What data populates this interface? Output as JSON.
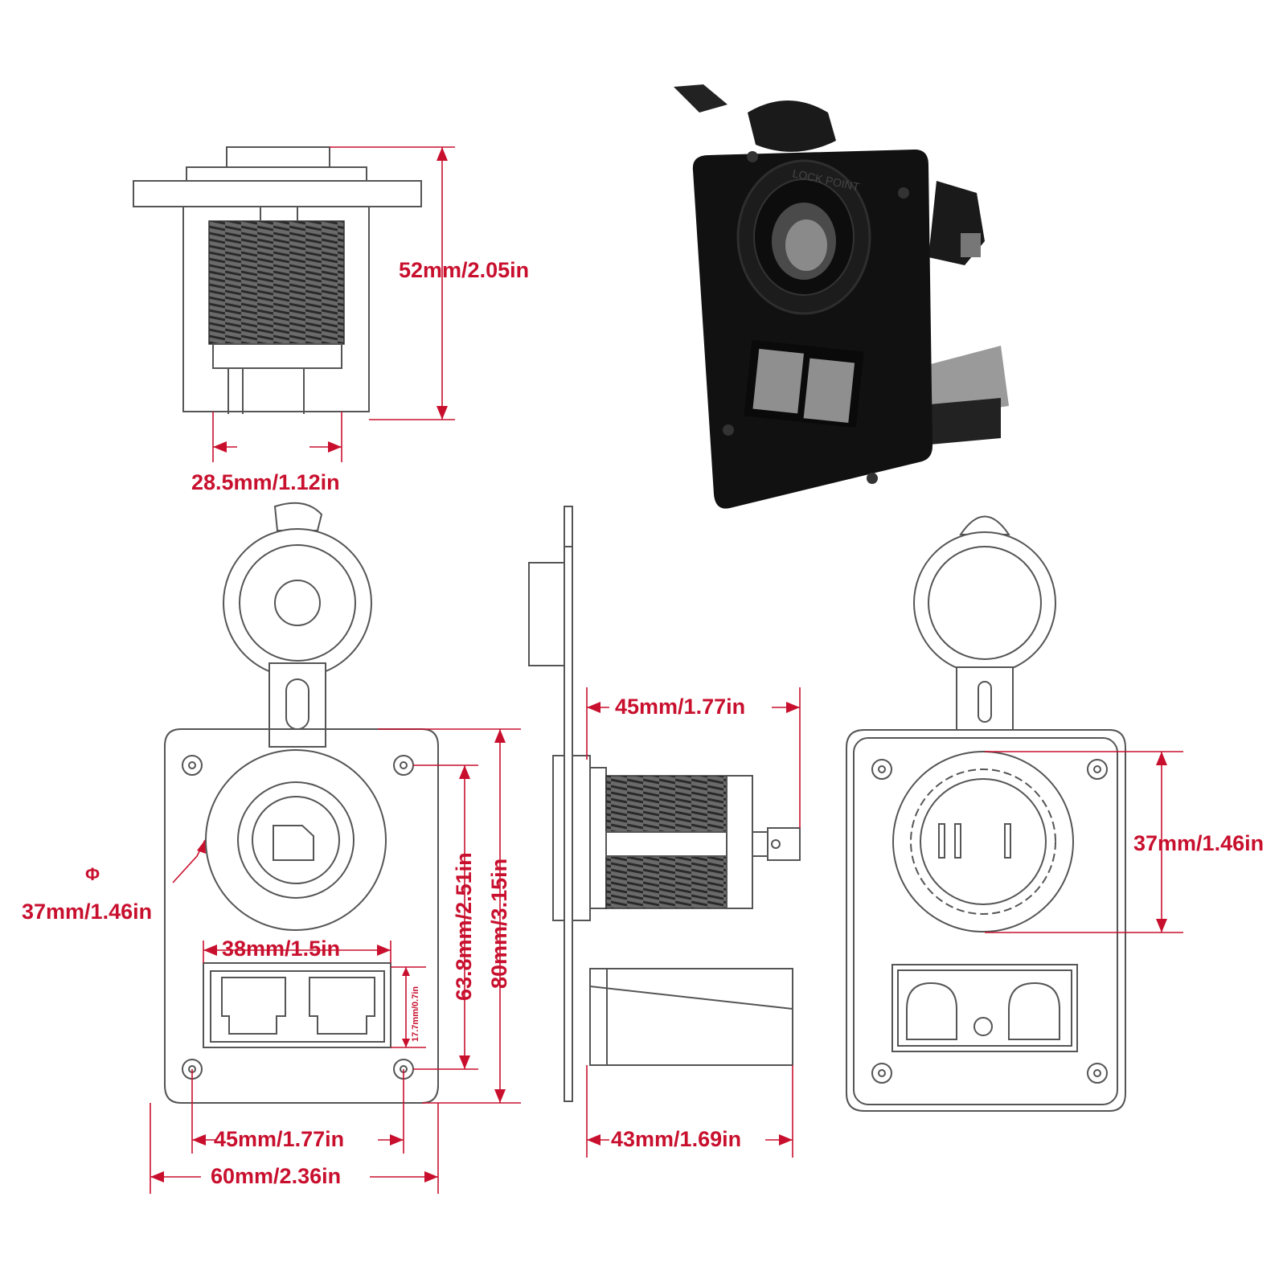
{
  "colors": {
    "dimension": "#c8102e",
    "outline": "#555555",
    "product": "#111111"
  },
  "dimensions": {
    "height_top_view": "52mm/2.05in",
    "thread_width": "28.5mm/1.12in",
    "thread_length": "45mm/1.77in",
    "cap_diameter_symbol": "Φ",
    "cap_diameter": "37mm/1.46in",
    "connector_width": "38mm/1.5in",
    "connector_height": "17.7mm/0.7in",
    "hole_spacing_vertical": "63.8mm/2.51in",
    "plate_height": "80mm/3.15in",
    "hole_spacing_horizontal": "45mm/1.77in",
    "plate_width": "60mm/2.36in",
    "connector_depth": "43mm/1.69in",
    "socket_opening": "37mm/1.46in"
  },
  "product_photo": {
    "cap_text": "LOCK POINT",
    "icon": "socket-panel-photo"
  }
}
